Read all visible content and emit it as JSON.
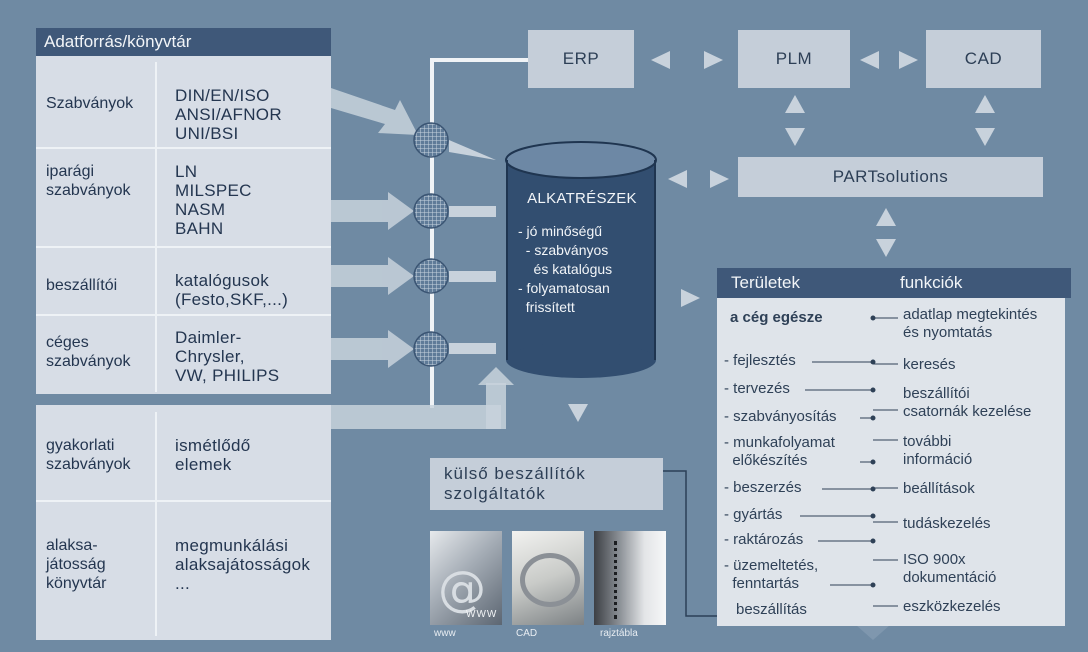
{
  "source_panel": {
    "header": "Adatforrás/könyvtár",
    "rows": [
      {
        "label": "Szabványok",
        "value": "DIN/EN/ISO\nANSI/AFNOR\nUNI/BSI"
      },
      {
        "label": "iparági\nszabványok",
        "value": "LN\nMILSPEC\nNASM\nBAHN"
      },
      {
        "label": "beszállítói",
        "value": "katalógusok\n(Festo,SKF,...)"
      },
      {
        "label": "céges\nszabványok",
        "value": "Daimler-\nChrysler,\nVW, PHILIPS"
      }
    ]
  },
  "lower_panel": {
    "rows": [
      {
        "label": "gyakorlati\nszabványok",
        "value": "ismétlődő\nelemek"
      },
      {
        "label": "alaksa-\njátosság\nkönyvtár",
        "value": "megmunkálási\nalaksajátosságok\n..."
      }
    ]
  },
  "systems": {
    "erp": "ERP",
    "plm": "PLM",
    "cad": "CAD",
    "partsolutions": "PARTsolutions"
  },
  "database": {
    "title": "ALKATRÉSZEK",
    "items": "- jó minőségű\n  - szabványos\n    és katalógus\n- folyamatosan\n  frissített"
  },
  "external": {
    "label": "külső beszállítók\nszolgáltatók",
    "captions": {
      "www": "www",
      "cad": "CAD",
      "board": "rajztábla"
    },
    "www_overlay": "WWW"
  },
  "areas_panel": {
    "header_areas": "Területek",
    "header_functions": "funkciók",
    "whole_company": "a cég egésze",
    "areas": [
      "- fejlesztés",
      "- tervezés",
      "- szabványosítás",
      "- munkafolyamat\n  előkészítés",
      "- beszerzés",
      "- gyártás",
      "- raktározás",
      "- üzemeltetés,\n  fenntartás",
      "beszállítás"
    ],
    "functions": [
      "adatlap megtekintés\nés nyomtatás",
      "keresés",
      "beszállítói\ncsatornák kezelése",
      "további\ninformáció",
      "beállítások",
      "tudáskezelés",
      "ISO 900x\ndokumentáció",
      "eszközkezelés"
    ]
  },
  "colors": {
    "background": "#6f8aa3",
    "panel": "#d7dde6",
    "header": "#3f5879",
    "box": "#c5ced9"
  }
}
